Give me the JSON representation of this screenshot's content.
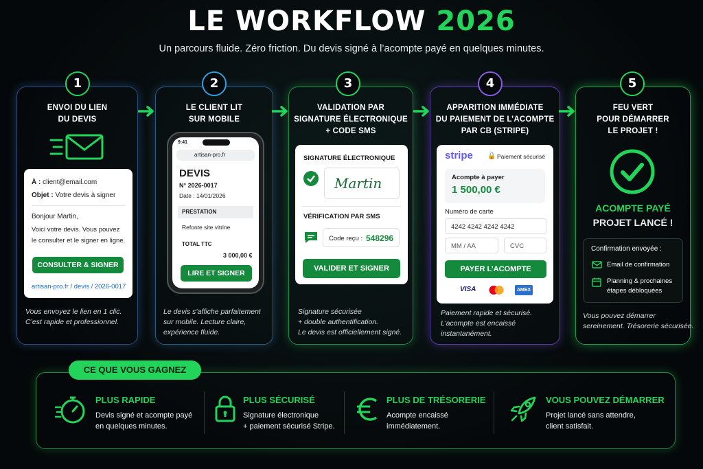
{
  "header": {
    "title_main": "LE WORKFLOW",
    "title_year": "2026",
    "subtitle": "Un parcours fluide. Zéro friction. Du devis signé à l’acompte payé en quelques minutes."
  },
  "steps": [
    {
      "num": "1",
      "title": [
        "ENVOI DU LIEN",
        "DU DEVIS"
      ],
      "caption": [
        "Vous envoyez le lien en 1 clic.",
        "C’est rapide et professionnel."
      ]
    },
    {
      "num": "2",
      "title": [
        "LE CLIENT LIT",
        "SUR MOBILE"
      ],
      "caption": [
        "Le devis s’affiche parfaitement",
        "sur mobile. Lecture claire,",
        "expérience fluide."
      ]
    },
    {
      "num": "3",
      "title": [
        "VALIDATION PAR",
        "SIGNATURE ÉLECTRONIQUE",
        "+ CODE SMS"
      ],
      "caption": [
        "Signature sécurisée",
        "+ double authentification.",
        "Le devis est officiellement signé."
      ]
    },
    {
      "num": "4",
      "title": [
        "APPARITION IMMÉDIATE",
        "DU PAIEMENT DE L’ACOMPTE",
        "PAR CB (STRIPE)"
      ],
      "caption": [
        "Paiement rapide et sécurisé.",
        "L’acompte est encaissé",
        "instantanément."
      ]
    },
    {
      "num": "5",
      "title": [
        "FEU VERT",
        "POUR DÉMARRER",
        "LE PROJET !"
      ],
      "caption": [
        "Vous pouvez démarrer",
        "sereinement. Trésorerie sécurisée."
      ]
    }
  ],
  "email": {
    "to_label": "À :",
    "to": "client@email.com",
    "subject_label": "Objet :",
    "subject": "Votre devis à signer",
    "greeting": "Bonjour Martin,",
    "body": [
      "Voici votre devis. Vous pouvez",
      "le consulter et le signer en ligne."
    ],
    "button": "CONSULTER & SIGNER",
    "link": "artisan-pro.fr / devis / 2026-0017"
  },
  "phone": {
    "time": "9:41",
    "url": "artisan-pro.fr",
    "doc_title": "DEVIS",
    "doc_number": "N° 2026-0017",
    "doc_date": "Date : 14/01/2026",
    "section": "PRESTATION",
    "item": "Refonte site vitrine",
    "total_label": "TOTAL TTC",
    "total": "3 000,00 €",
    "button": "LIRE ET SIGNER"
  },
  "signature": {
    "heading": "SIGNATURE ÉLECTRONIQUE",
    "signature_text": "Martin",
    "sms_heading": "VÉRIFICATION PAR SMS",
    "code_label": "Code reçu :",
    "code": "548296",
    "button": "VALIDER ET SIGNER"
  },
  "stripe": {
    "brand": "stripe",
    "secure": "Paiement sécurisé",
    "amount_label": "Acompte à payer",
    "amount": "1 500,00 €",
    "card_label": "Numéro de carte",
    "card_number": "4242 4242 4242 4242",
    "expiry_placeholder": "MM / AA",
    "cvc_placeholder": "CVC",
    "button": "PAYER L’ACOMPTE",
    "brands": [
      "VISA",
      "",
      "AMEX"
    ]
  },
  "final": {
    "line1": "ACOMPTE PAYÉ",
    "line2": "PROJET LANCÉ !",
    "confirm_title": "Confirmation envoyée :",
    "confirm_items": [
      "Email de confirmation",
      "Planning & prochaines",
      "étapes débloquées"
    ]
  },
  "gains": {
    "title": "CE QUE VOUS GAGNEZ",
    "items": [
      {
        "title": "PLUS RAPIDE",
        "text": [
          "Devis signé et acompte payé",
          "en quelques minutes."
        ],
        "icon": "stopwatch-icon"
      },
      {
        "title": "PLUS SÉCURISÉ",
        "text": [
          "Signature électronique",
          "+ paiement sécurisé Stripe."
        ],
        "icon": "padlock-icon"
      },
      {
        "title": "PLUS DE TRÉSORERIE",
        "text": [
          "Acompte encaissé",
          "immédiatement."
        ],
        "icon": "euro-icon"
      },
      {
        "title": "VOUS POUVEZ DÉMARRER",
        "text": [
          "Projet lancé sans attendre,",
          "client satisfait."
        ],
        "icon": "rocket-icon"
      }
    ]
  },
  "colors": {
    "accent": "#22d45a",
    "button": "#138a3c",
    "step2": "#2ea0e0",
    "step4": "#8a5ce0"
  }
}
